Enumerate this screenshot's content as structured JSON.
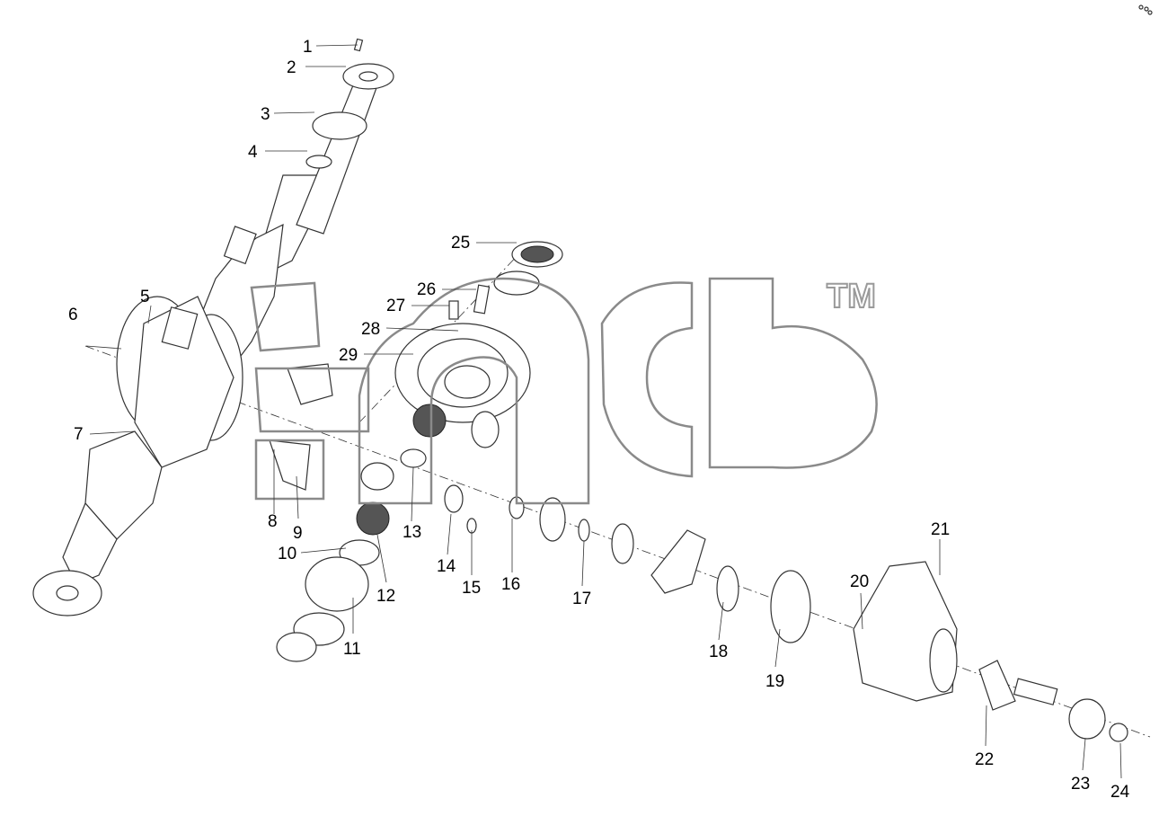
{
  "watermark": {
    "trademark": "TM"
  },
  "callouts": [
    "1",
    "2",
    "3",
    "4",
    "5",
    "6",
    "7",
    "8",
    "9",
    "10",
    "11",
    "12",
    "13",
    "14",
    "15",
    "16",
    "17",
    "18",
    "19",
    "20",
    "21",
    "22",
    "23",
    "24",
    "25",
    "26",
    "27",
    "28",
    "29"
  ]
}
